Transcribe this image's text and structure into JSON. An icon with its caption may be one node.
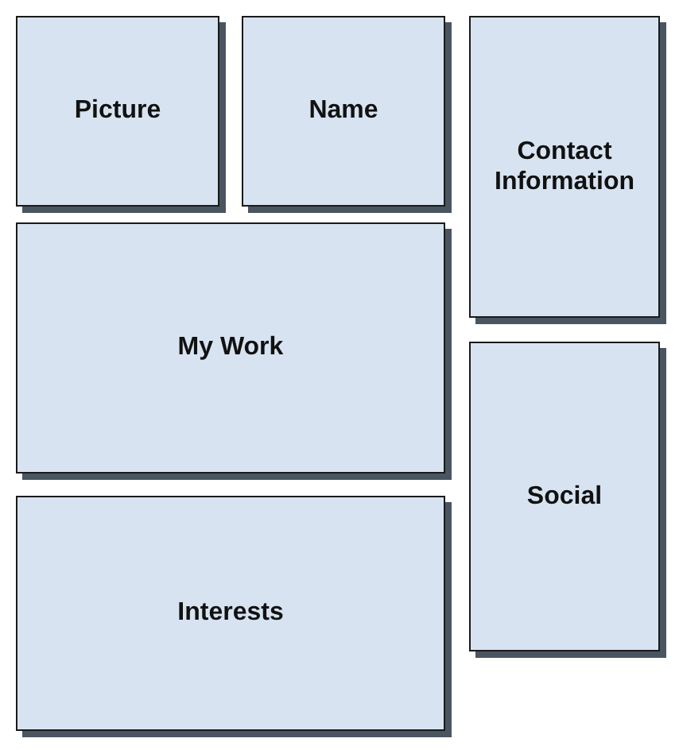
{
  "diagram": {
    "nodes": [
      {
        "text": [
          "Picture"
        ]
      },
      {
        "text": [
          "Name"
        ]
      },
      {
        "text": [
          "Contact Information"
        ]
      },
      {
        "text": [
          "My Work"
        ]
      },
      {
        "text": [
          "Social"
        ]
      },
      {
        "text": [
          "Interests"
        ]
      }
    ]
  }
}
